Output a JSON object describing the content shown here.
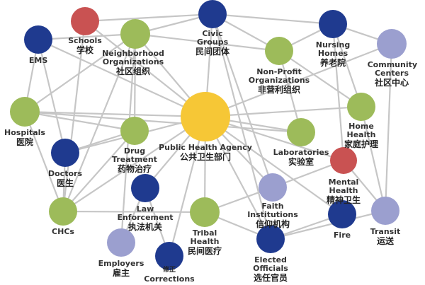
{
  "colors": {
    "navy": "#1f3a8f",
    "green": "#9dbb5a",
    "red": "#c95252",
    "purple": "#9b9fcf",
    "yellow": "#f6c736",
    "edge": "#c6c6c6"
  },
  "nodes": [
    {
      "id": "schools",
      "en": "Schools",
      "zh": "学校",
      "color": "red"
    },
    {
      "id": "ems",
      "en": "EMS",
      "zh": "",
      "color": "navy"
    },
    {
      "id": "neighborhood",
      "en": "Neighborhood Organizations",
      "zh": "社区组织",
      "color": "green"
    },
    {
      "id": "civic",
      "en": "Civic Groups",
      "zh": "民间团体",
      "color": "navy"
    },
    {
      "id": "nursing",
      "en": "Nursing Homes",
      "zh": "养老院",
      "color": "navy"
    },
    {
      "id": "community",
      "en": "Community Centers",
      "zh": "社区中心",
      "color": "purple"
    },
    {
      "id": "nonprofit",
      "en": "Non-Profit Organizations",
      "zh": "非营利组织",
      "color": "green"
    },
    {
      "id": "hospitals",
      "en": "Hospitals",
      "zh": "医院",
      "color": "green"
    },
    {
      "id": "publichealth",
      "en": "Public Health Agency",
      "zh": "公共卫生部门",
      "color": "yellow"
    },
    {
      "id": "homehealth",
      "en": "Home Health",
      "zh": "家庭护理",
      "color": "green"
    },
    {
      "id": "drug",
      "en": "Drug Treatment",
      "zh": "药物治疗",
      "color": "green"
    },
    {
      "id": "labs",
      "en": "Laboratories",
      "zh": "实验室",
      "color": "green"
    },
    {
      "id": "mental",
      "en": "Mental Health",
      "zh": "精神卫生",
      "color": "red"
    },
    {
      "id": "doctors",
      "en": "Doctors",
      "zh": "医生",
      "color": "navy"
    },
    {
      "id": "faith",
      "en": "Faith Institutions",
      "zh": "信仰机构",
      "color": "purple"
    },
    {
      "id": "law",
      "en": "Law Enforcement",
      "zh": "执法机关",
      "color": "navy"
    },
    {
      "id": "chcs",
      "en": "CHCs",
      "zh": "",
      "color": "green"
    },
    {
      "id": "tribal",
      "en": "Tribal Health",
      "zh": "民间医疗",
      "color": "green"
    },
    {
      "id": "fire",
      "en": "Fire",
      "zh": "",
      "color": "navy"
    },
    {
      "id": "transit",
      "en": "Transit",
      "zh": "运送",
      "color": "purple"
    },
    {
      "id": "employers",
      "en": "Employers",
      "zh": "雇主",
      "color": "purple"
    },
    {
      "id": "corrections",
      "en": "Corrections",
      "zh": "修正",
      "color": "navy"
    },
    {
      "id": "elected",
      "en": "Elected Officials",
      "zh": "选任官员",
      "color": "navy"
    }
  ],
  "edges": [
    [
      "schools",
      "civic"
    ],
    [
      "schools",
      "publichealth"
    ],
    [
      "schools",
      "chcs"
    ],
    [
      "ems",
      "neighborhood"
    ],
    [
      "ems",
      "hospitals"
    ],
    [
      "ems",
      "doctors"
    ],
    [
      "ems",
      "publichealth"
    ],
    [
      "neighborhood",
      "civic"
    ],
    [
      "neighborhood",
      "publichealth"
    ],
    [
      "neighborhood",
      "nonprofit"
    ],
    [
      "neighborhood",
      "drug"
    ],
    [
      "neighborhood",
      "hospitals"
    ],
    [
      "neighborhood",
      "chcs"
    ],
    [
      "neighborhood",
      "employers"
    ],
    [
      "civic",
      "nursing"
    ],
    [
      "civic",
      "publichealth"
    ],
    [
      "civic",
      "faith"
    ],
    [
      "civic",
      "elected"
    ],
    [
      "civic",
      "nonprofit"
    ],
    [
      "nursing",
      "community"
    ],
    [
      "nursing",
      "homehealth"
    ],
    [
      "nursing",
      "nonprofit"
    ],
    [
      "nursing",
      "mental"
    ],
    [
      "community",
      "transit"
    ],
    [
      "community",
      "publichealth"
    ],
    [
      "nonprofit",
      "labs"
    ],
    [
      "nonprofit",
      "homehealth"
    ],
    [
      "hospitals",
      "publichealth"
    ],
    [
      "hospitals",
      "drug"
    ],
    [
      "hospitals",
      "chcs"
    ],
    [
      "hospitals",
      "labs"
    ],
    [
      "publichealth",
      "homehealth"
    ],
    [
      "publichealth",
      "labs"
    ],
    [
      "publichealth",
      "mental"
    ],
    [
      "publichealth",
      "doctors"
    ],
    [
      "publichealth",
      "chcs"
    ],
    [
      "publichealth",
      "law"
    ],
    [
      "publichealth",
      "tribal"
    ],
    [
      "publichealth",
      "faith"
    ],
    [
      "publichealth",
      "elected"
    ],
    [
      "publichealth",
      "fire"
    ],
    [
      "publichealth",
      "corrections"
    ],
    [
      "drug",
      "doctors"
    ],
    [
      "drug",
      "chcs"
    ],
    [
      "doctors",
      "chcs"
    ],
    [
      "chcs",
      "tribal"
    ],
    [
      "law",
      "employers"
    ],
    [
      "law",
      "corrections"
    ],
    [
      "tribal",
      "faith"
    ],
    [
      "tribal",
      "elected"
    ],
    [
      "faith",
      "mental"
    ],
    [
      "elected",
      "fire"
    ],
    [
      "elected",
      "transit"
    ],
    [
      "homehealth",
      "transit"
    ],
    [
      "mental",
      "transit"
    ]
  ]
}
